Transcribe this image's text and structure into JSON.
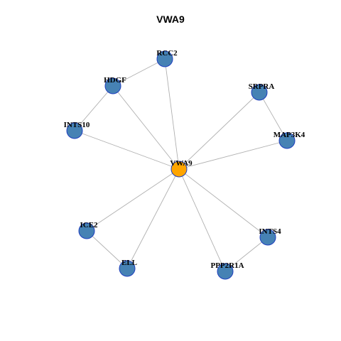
{
  "title": "VWA9",
  "colors": {
    "center_node": "#FFA500",
    "neighbor_node": "#4682B4",
    "node_border": "#1F3FBF",
    "edge": "#B0B0B0"
  },
  "graph": {
    "center": "VWA9",
    "nodes": [
      {
        "id": "VWA9",
        "label": "VWA9",
        "role": "center"
      },
      {
        "id": "RCC2",
        "label": "RCC2",
        "role": "neighbor"
      },
      {
        "id": "HDGF",
        "label": "HDGF",
        "role": "neighbor"
      },
      {
        "id": "SRPRA",
        "label": "SRPRA",
        "role": "neighbor"
      },
      {
        "id": "INTS10",
        "label": "INTS10",
        "role": "neighbor"
      },
      {
        "id": "MAP3K4",
        "label": "MAP3K4",
        "role": "neighbor"
      },
      {
        "id": "ICE2",
        "label": "ICE2",
        "role": "neighbor"
      },
      {
        "id": "INTS4",
        "label": "INTS4",
        "role": "neighbor"
      },
      {
        "id": "ELL",
        "label": "ELL",
        "role": "neighbor"
      },
      {
        "id": "PPP2R1A",
        "label": "PPP2R1A",
        "role": "neighbor"
      }
    ],
    "edges": [
      [
        "VWA9",
        "RCC2"
      ],
      [
        "VWA9",
        "HDGF"
      ],
      [
        "VWA9",
        "SRPRA"
      ],
      [
        "VWA9",
        "INTS10"
      ],
      [
        "VWA9",
        "MAP3K4"
      ],
      [
        "VWA9",
        "ICE2"
      ],
      [
        "VWA9",
        "INTS4"
      ],
      [
        "VWA9",
        "ELL"
      ],
      [
        "VWA9",
        "PPP2R1A"
      ],
      [
        "RCC2",
        "HDGF"
      ],
      [
        "HDGF",
        "INTS10"
      ],
      [
        "SRPRA",
        "MAP3K4"
      ],
      [
        "ICE2",
        "ELL"
      ],
      [
        "INTS4",
        "PPP2R1A"
      ]
    ]
  }
}
